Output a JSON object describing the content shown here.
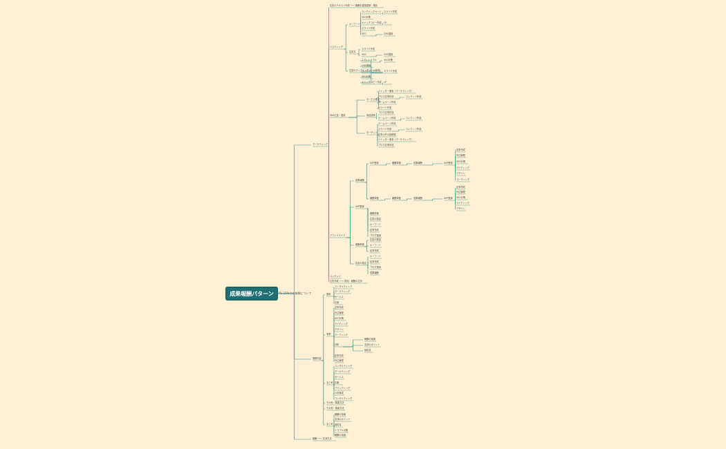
{
  "root": {
    "label": "成果報酬パターン"
  },
  "subtitle": "7%-15%での報酬について",
  "branches": {
    "top_note": "広告のテキスト作成 ～～ 報酬を直接提案・相談",
    "marketing": "マーケティング",
    "listing": "リスティング",
    "listing_children": [
      "キーワード",
      "広告文",
      "広告のランディングページ作成"
    ],
    "listing_l4": [
      "ランディングページ",
      "SEO対策",
      "キャッチコピー作成",
      "スライド作成",
      "SEO",
      "LP",
      "エディトリアル",
      "CMS運用"
    ],
    "sns": "SNS広告・運用",
    "sns_l4": [
      "サービス理念",
      "商品説明",
      "ターゲット",
      "コンテンツ作成"
    ],
    "sns_l5": [
      "ツイッター運用（マーケティング）",
      "ブログ記事作成",
      "ホームページ作成",
      "スライド作成",
      "記事以外の投稿物"
    ],
    "affiliate": "アフィリエイト",
    "affiliate_l4": [
      "成果報酬",
      "ASP登録",
      "報酬単価",
      "広告の選定",
      "キーワード",
      "記事作成",
      "ブログ運用"
    ],
    "contents": "コンテンツ",
    "misc": "その他・集客方法",
    "footer_note": "広告作成 ～～ 費用・報酬の交渉",
    "work_content": "業務内容",
    "operations": "運用",
    "tasks": [
      "記事作成",
      "外注管理",
      "SEO対策",
      "ライティング",
      "デザイン",
      "コーディング",
      "分析"
    ],
    "business": "事業",
    "business_l4": [
      "コンサルティング",
      "マーケティング",
      "セールス",
      "広報",
      "ブランディング",
      "人材育成"
    ],
    "summary": "まとめ",
    "summary_l4": [
      "報酬の相場",
      "交渉のポイント",
      "契約書",
      "トラブル対策"
    ],
    "bottom_note": "報酬 ～～ 交渉方法",
    "filler_label": "—"
  }
}
